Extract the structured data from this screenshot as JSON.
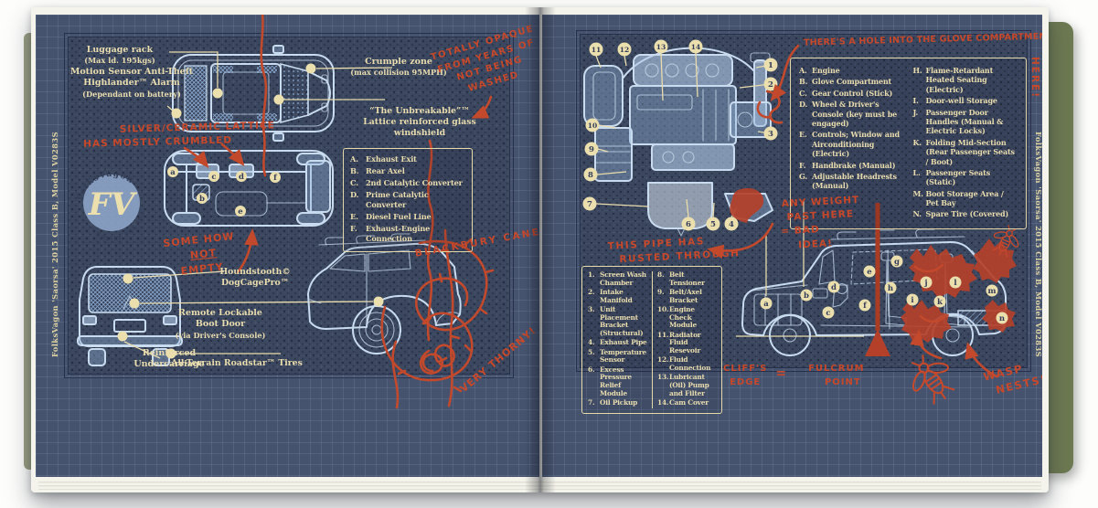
{
  "document": {
    "type": "FolksVagon owner's manual blueprint spread",
    "margin_left": "FolksVagon 'Saorsa' 2015 Class B, Model V0283S",
    "margin_right": "FolksVagon 'Saorsa' 2015 Class B, Model V0283S"
  },
  "logo": {
    "arc_top": "FolksVagon",
    "monogram": "FV",
    "arc_bottom": "For the Living"
  },
  "colors": {
    "page_navy": "#3b475f",
    "ink_cream": "#e8dcae",
    "ink_blue": "#c9dbee",
    "ink_red": "#c2492c",
    "cover_green": "#6d7a52"
  },
  "left_page": {
    "labels": {
      "luggage_rack": "Luggage rack",
      "luggage_rack_sub": "(Max ld. 195kgs)",
      "alarm_1": "Motion Sensor Anti-Theft",
      "alarm_2": "Highlander™ Alarm",
      "alarm_3": "(Dependant on battery)",
      "crumple": "Crumple zone",
      "crumple_sub": "(max collision 95MPH)",
      "windshield_1": "“The Unbreakable”™",
      "windshield_2": "Lattice reinforced glass windshield",
      "dog_cage": "Houndstooth© DogCagePro™",
      "boot_1": "Remote Lockable",
      "boot_2": "Boot Door",
      "boot_3": "(via Driver's Console)",
      "under_1": "Reinforced",
      "under_2": "Undercarriage",
      "tires": "All-Terrain Roadstar™ Tires"
    },
    "exhaust_legend": [
      {
        "k": "A.",
        "t": "Exhaust Exit"
      },
      {
        "k": "B.",
        "t": "Rear Axel"
      },
      {
        "k": "C.",
        "t": "2nd Catalytic Converter"
      },
      {
        "k": "D.",
        "t": "Prime Catalytic Converter"
      },
      {
        "k": "E.",
        "t": "Diesel Fuel Line"
      },
      {
        "k": "F.",
        "t": "Exhaust-Engine Connection"
      }
    ],
    "callouts": [
      "a",
      "b",
      "c",
      "d",
      "e",
      "f"
    ],
    "notes": {
      "opaque_1": "TOTALLY OPAQUE",
      "opaque_2": "FROM YEARS OF",
      "opaque_3": "NOT BEING",
      "opaque_4": "WASHED",
      "lattice_1": "SILVER/CERAMIC LATTICE",
      "lattice_2": "HAS MOSTLY CRUMBLED",
      "empty_1": "SOME HOW",
      "empty_2": "NOT",
      "empty_3": "EMPTY",
      "blackbury": "BLACKBURY CANES",
      "thorny": "VERY THORNY!"
    }
  },
  "right_page": {
    "interior_legend_col1": [
      {
        "k": "A.",
        "t": "Engine"
      },
      {
        "k": "B.",
        "t": "Glove Compartment"
      },
      {
        "k": "C.",
        "t": "Gear Control (Stick)"
      },
      {
        "k": "D.",
        "t": "Wheel & Driver's Console (key must be engaged)"
      },
      {
        "k": "E.",
        "t": "Controls; Window and Airconditioning (Electric)"
      },
      {
        "k": "F.",
        "t": "Handbrake (Manual)"
      },
      {
        "k": "G.",
        "t": "Adjustable Headrests (Manual)"
      }
    ],
    "interior_legend_col2": [
      {
        "k": "H.",
        "t": "Flame-Retardant Heated Seating (Electric)"
      },
      {
        "k": "I.",
        "t": "Door-well Storage"
      },
      {
        "k": "J.",
        "t": "Passenger Door Handles (Manual & Electric Locks)"
      },
      {
        "k": "K.",
        "t": "Folding Mid-Section (Rear Passenger Seats / Boot)"
      },
      {
        "k": "L.",
        "t": "Passenger Seats (Static)"
      },
      {
        "k": "M.",
        "t": "Boot Storage Area / Pet Bay"
      },
      {
        "k": "N.",
        "t": "Spare Tire (Covered)"
      }
    ],
    "parts_col1": [
      {
        "k": "1.",
        "t": "Screen Wash Chamber"
      },
      {
        "k": "2.",
        "t": "Intake Manifold"
      },
      {
        "k": "3.",
        "t": "Unit Placement Bracket (Structural)"
      },
      {
        "k": "4.",
        "t": "Exhaust Pipe"
      },
      {
        "k": "5.",
        "t": "Temperature Sensor"
      },
      {
        "k": "6.",
        "t": "Excess Pressure Relief Module"
      },
      {
        "k": "7.",
        "t": "Oil Pickup"
      }
    ],
    "parts_col2": [
      {
        "k": "8.",
        "t": "Belt Tensioner"
      },
      {
        "k": "9.",
        "t": "Belt/Axel Bracket"
      },
      {
        "k": "10.",
        "t": "Engine Check Module"
      },
      {
        "k": "11.",
        "t": "Radiator Fluid Resevoir"
      },
      {
        "k": "12.",
        "t": "Fluid Connection"
      },
      {
        "k": "13.",
        "t": "Lubricant (Oil) Pump and Filter"
      },
      {
        "k": "14.",
        "t": "Cam Cover"
      }
    ],
    "engine_numbers": [
      "1",
      "2",
      "3",
      "4",
      "5",
      "6",
      "7",
      "8",
      "9",
      "10",
      "11",
      "12",
      "13",
      "14"
    ],
    "cutaway_letters": [
      "a",
      "b",
      "c",
      "d",
      "e",
      "f",
      "g",
      "h",
      "i",
      "j",
      "k",
      "l",
      "m",
      "n"
    ],
    "notes": {
      "hole": "THERE'S A HOLE INTO THE GLOVE COMPARTMENT",
      "hole_here": "HERE!",
      "pipe_1": "THIS PIPE HAS",
      "pipe_2": "RUSTED THROUGH",
      "weight_1": "ANY WEIGHT",
      "weight_2": "PAST HERE",
      "weight_3": "= BAD",
      "weight_4": "IDEA!",
      "cliff_1": "CLIFF'S",
      "cliff_2": "EDGE",
      "cliff_eq": "=",
      "fulcrum_1": "FULCRUM",
      "fulcrum_2": "POINT",
      "wasp_1": "WASP",
      "wasp_2": "NESTS!"
    }
  }
}
